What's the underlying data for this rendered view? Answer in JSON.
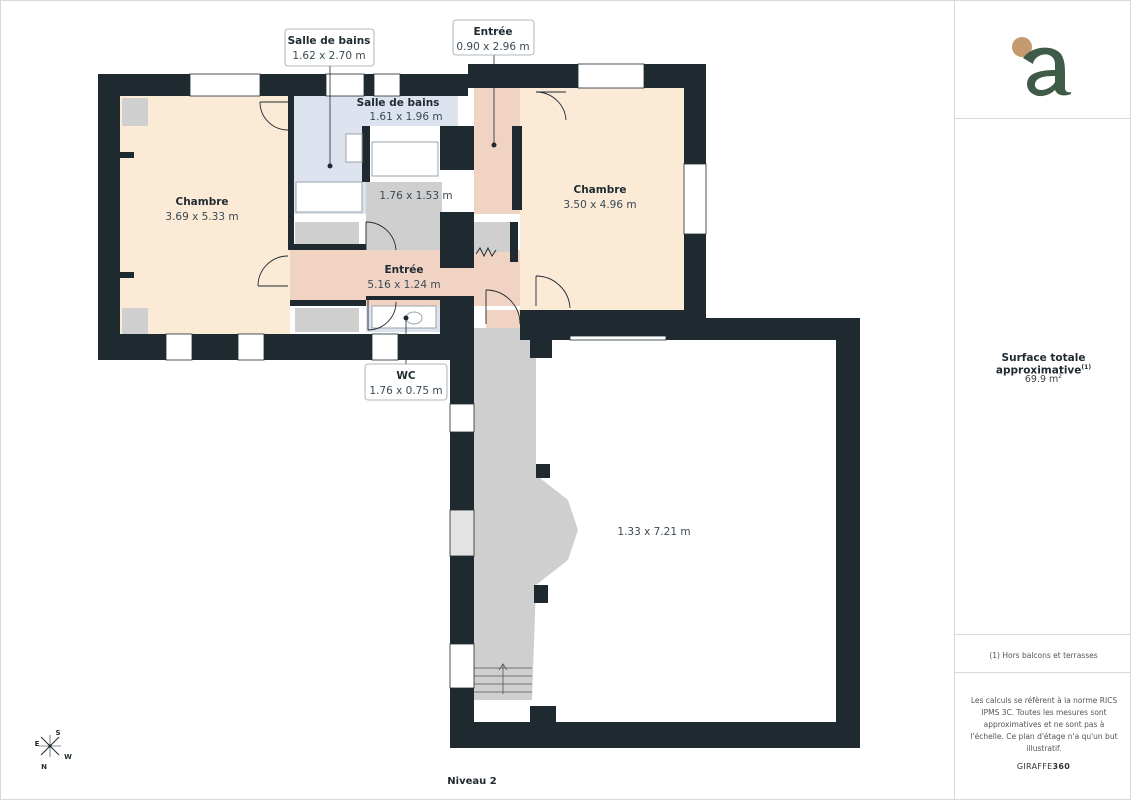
{
  "level_label": "Niveau 2",
  "rooms": {
    "chambre_left": {
      "name": "Chambre",
      "dims": "3.69 x 5.33 m"
    },
    "chambre_right": {
      "name": "Chambre",
      "dims": "3.50 x 4.96 m"
    },
    "salle_bains_inner": {
      "name": "Salle de bains",
      "dims": "1.61 x 1.96 m"
    },
    "small_room": {
      "dims": "1.76 x 1.53 m"
    },
    "entree_hall": {
      "name": "Entrée",
      "dims": "5.16 x 1.24 m"
    },
    "big_room": {
      "dims": "1.33 x 7.21 m"
    }
  },
  "callouts": {
    "salle_bains": {
      "name": "Salle de bains",
      "dims": "1.62 x 2.70 m"
    },
    "entree_top": {
      "name": "Entrée",
      "dims": "0.90 x 2.96 m"
    },
    "wc": {
      "name": "WC",
      "dims": "1.76 x 0.75 m"
    }
  },
  "compass": {
    "s": "S",
    "e": "E",
    "n": "N",
    "w": "W"
  },
  "panel": {
    "area_title": "Surface totale approximative",
    "area_title_sup": "(1)",
    "area_value": "69.9 m",
    "area_unit_sup": "2",
    "note_balcony": "(1) Hors balcons et terrasses",
    "note_rics": "Les calculs se réfèrent à la norme RICS IPMS 3C. Toutes les mesures sont approximatives et ne sont pas à l'échelle. Ce plan d'étage n'a qu'un but illustratif.",
    "brand": "GIRAFFE",
    "brand_bold": "360"
  },
  "colors": {
    "wall": "#1f2a30",
    "bedroom": "#fbead6",
    "bathroom": "#dde3ee",
    "entry": "#f1d3c3",
    "grey_room": "#cfcfcf",
    "logo_green": "#3f5b48",
    "logo_dot": "#c59a6e"
  }
}
